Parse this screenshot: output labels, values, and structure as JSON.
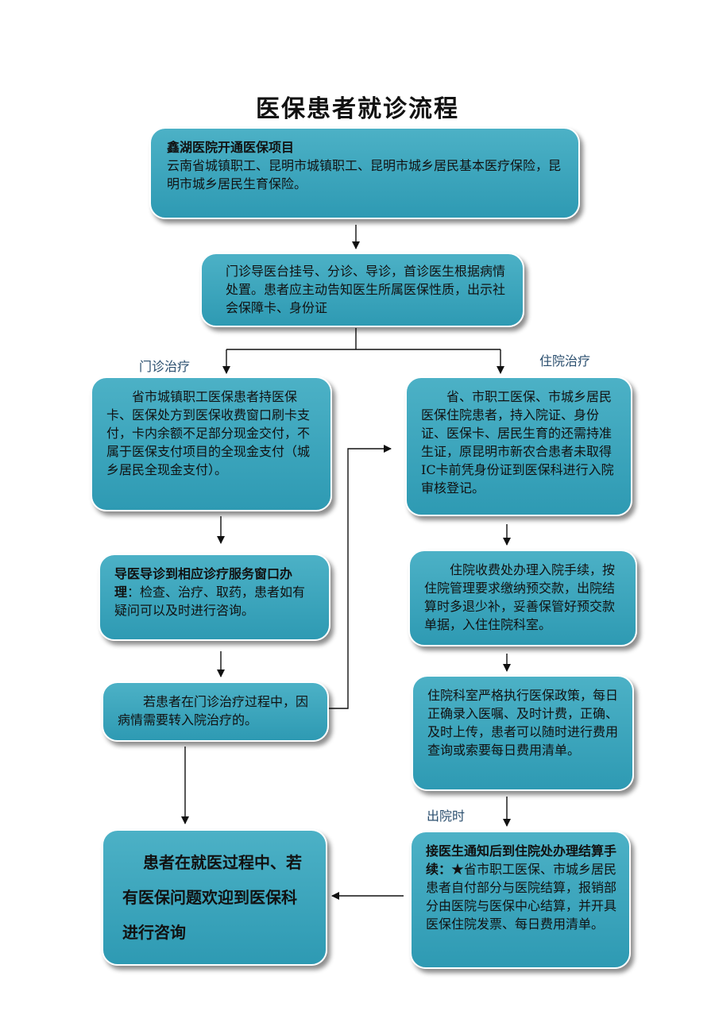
{
  "title": "医保患者就诊流程",
  "labels": {
    "outpatient": "门诊治疗",
    "inpatient": "住院治疗",
    "discharge": "出院时"
  },
  "boxes": {
    "top": {
      "heading": "鑫湖医院开通医保项目",
      "body": "云南省城镇职工、昆明市城镇职工、昆明市城乡居民基本医疗保险，昆明市城乡居民生育保险。"
    },
    "registration": {
      "body": "门诊导医台挂号、分诊、导诊，首诊医生根据病情处置。患者应主动告知医生所属医保性质，出示社会保障卡、身份证"
    },
    "outpatient_payment": {
      "body": "省市城镇职工医保患者持医保卡、医保处方到医保收费窗口刷卡支付，卡内余额不足部分现金交付，不属于医保支付项目的全现金支付（城乡居民全现金支付）。"
    },
    "outpatient_guide": {
      "heading": "导医导诊到相应诊疗服务窗口办理",
      "body": "：检查、治疗、取药，患者如有疑问可以及时进行咨询。"
    },
    "transfer": {
      "body": "若患者在门诊治疗过程中，因病情需要转入院治疗的。"
    },
    "consult": {
      "line1": "患者在就医过程中、若",
      "line2": "有医保问题欢迎到医保科",
      "line3": "进行咨询"
    },
    "admission": {
      "body": "省、市职工医保、市城乡居民医保住院患者，持入院证、身份证、医保卡、居民生育的还需持准生证，原昆明市新农合患者未取得IC卡前凭身份证到医保科进行入院审核登记。"
    },
    "inpatient_billing": {
      "body": "住院收费处办理入院手续，按住院管理要求缴纳预交款，出院结算时多退少补，妥善保管好预交款单据，入住住院科室。"
    },
    "ward": {
      "body": "住院科室严格执行医保政策，每日正确录入医嘱、及时计费，正确、及时上传，患者可以随时进行费用查询或索要每日费用清单。"
    },
    "settlement": {
      "heading": "接医生通知后到住院处办理结算手续：",
      "body": "★省市职工医保、市城乡居民患者自付部分与医院结算，报销部分由医院与医保中心结算，并开具医保住院发票、每日费用清单。"
    }
  },
  "colors": {
    "box_fill": "#3aa5bd",
    "arrow": "#111111",
    "label": "#2a4e6e"
  }
}
